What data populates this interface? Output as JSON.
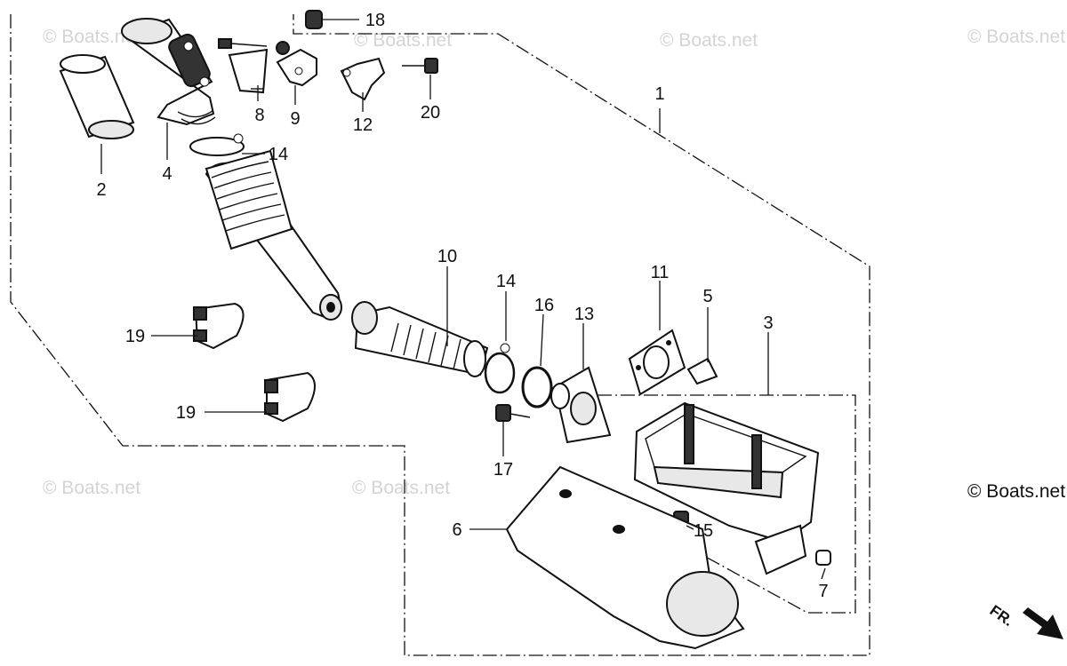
{
  "watermark": "© Boats.net",
  "direction_label": "FR.",
  "callouts": {
    "p1": "1",
    "p2": "2",
    "p3": "3",
    "p4": "4",
    "p5": "5",
    "p6": "6",
    "p7": "7",
    "p8": "8",
    "p9": "9",
    "p10": "10",
    "p11": "11",
    "p12": "12",
    "p13": "13",
    "p14a": "14",
    "p14b": "14",
    "p15": "15",
    "p16": "16",
    "p17": "17",
    "p18": "18",
    "p19a": "19",
    "p19b": "19",
    "p20": "20"
  }
}
